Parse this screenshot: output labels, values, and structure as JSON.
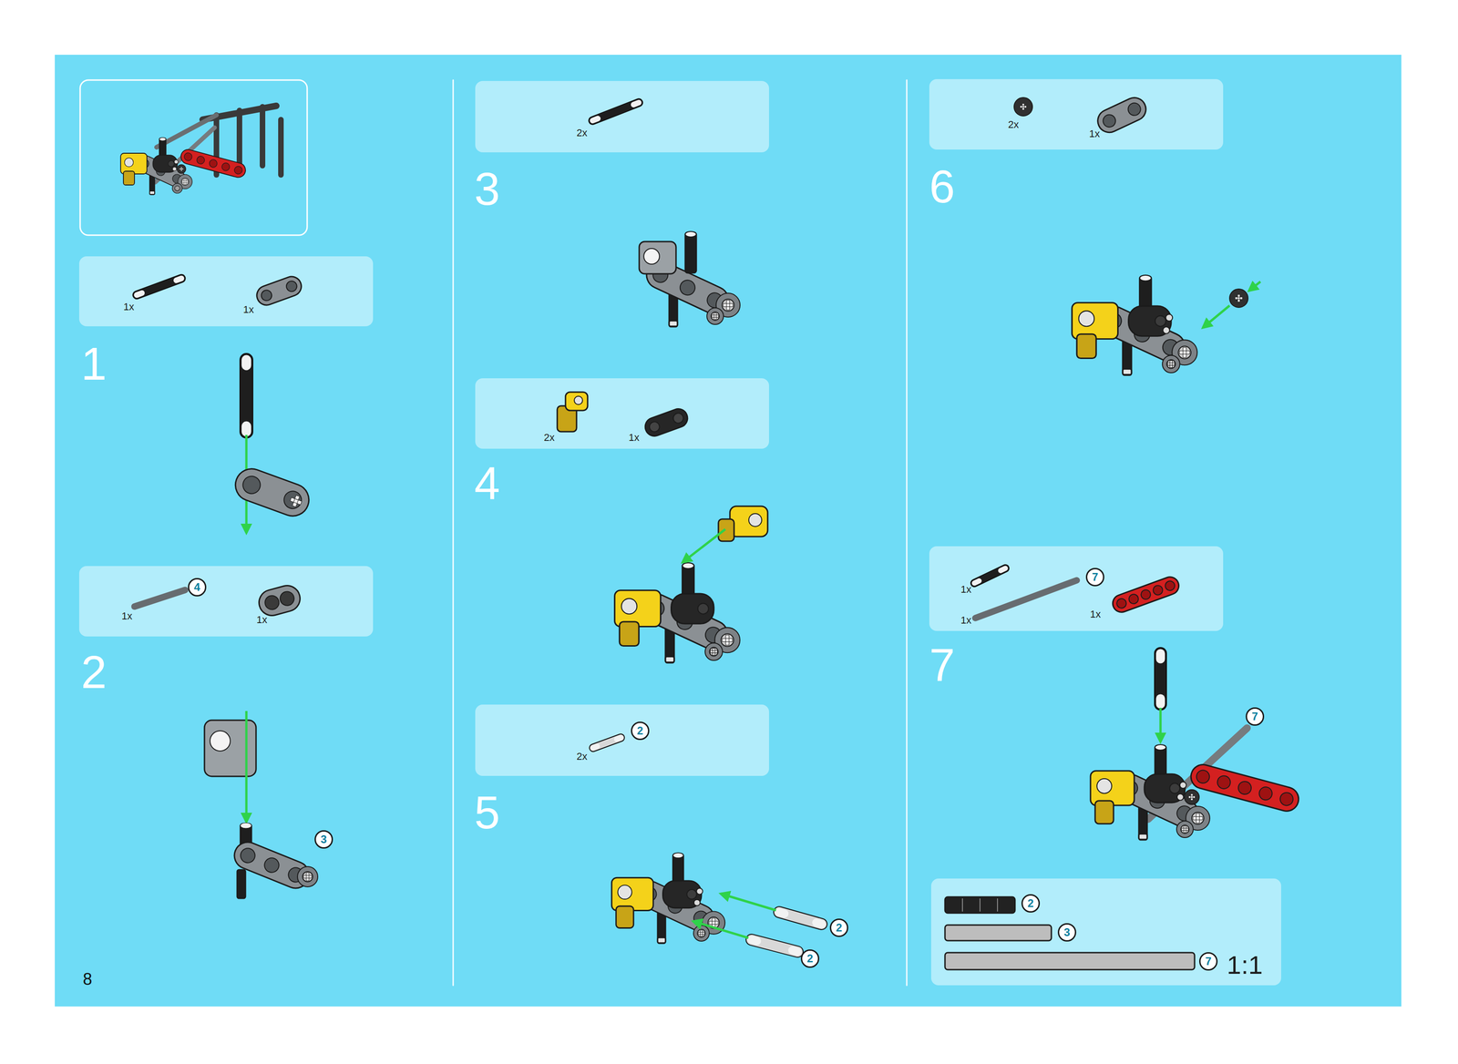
{
  "diagram": {
    "nodes": [
      {
        "text": [
          "1x",
          "1x"
        ]
      },
      {
        "text": [
          "1x",
          "1x"
        ]
      },
      {
        "text": [
          "2x"
        ]
      },
      {
        "text": [
          "2x",
          "1x"
        ]
      },
      {
        "text": [
          "2x"
        ]
      },
      {
        "text": [
          "2x",
          "1x"
        ]
      },
      {
        "text": [
          "1x",
          "1x",
          "1x"
        ]
      },
      {
        "text": [
          "1:1"
        ]
      }
    ],
    "labels": [
      "1",
      "2",
      "4",
      "3",
      "3",
      "4",
      "5",
      "2",
      "2",
      "2",
      "6",
      "7",
      "7",
      "7",
      "2",
      "3",
      "7",
      "8"
    ]
  }
}
